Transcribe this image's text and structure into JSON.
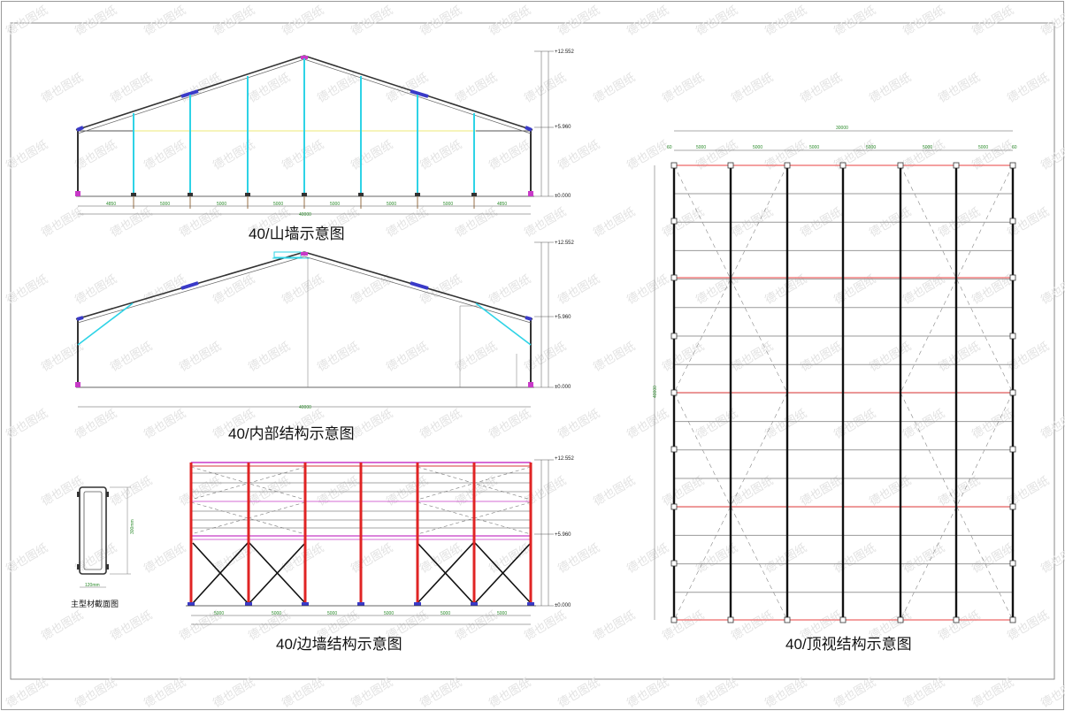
{
  "watermark": "德也图纸",
  "gable": {
    "caption": "40/山墙示意图",
    "levels": [
      "+12.552",
      "+5.960",
      "±0.000"
    ],
    "span_label": "40000",
    "bay_labels": [
      "4850",
      "5000",
      "5000",
      "5000",
      "5000",
      "5000",
      "5000",
      "4850"
    ]
  },
  "interior": {
    "caption": "40/内部结构示意图",
    "levels": [
      "+12.552",
      "+5.960",
      "±0.000"
    ],
    "span_label": "40000"
  },
  "section": {
    "caption": "主型材截面图",
    "height_label": "300mm",
    "width_label": "120mm"
  },
  "side": {
    "caption": "40/边墙结构示意图",
    "levels": [
      "+12.552",
      "+5.960",
      "±0.000"
    ],
    "bay_labels": [
      "5000",
      "5000",
      "5000",
      "5000",
      "5000",
      "5000"
    ]
  },
  "top": {
    "caption": "40/顶视结构示意图",
    "total_label": "30000",
    "bay_labels": [
      "5000",
      "5000",
      "5000",
      "5000",
      "5000",
      "5000"
    ],
    "length_label": "40000",
    "edge_label": "60"
  }
}
